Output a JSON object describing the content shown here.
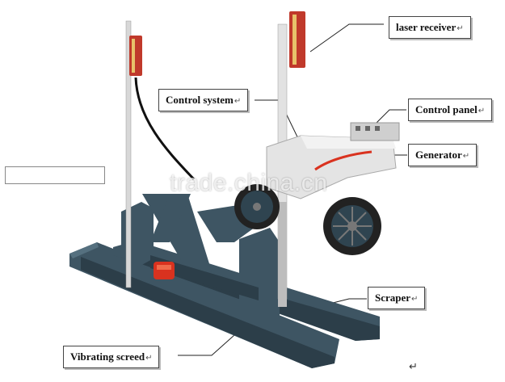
{
  "labels": {
    "laser_receiver": "laser receiver",
    "control_system": "Control system",
    "control_panel": "Control panel",
    "generator": "Generator",
    "scraper": "Scraper",
    "vibrating_screed": "Vibrating screed"
  },
  "return_glyph": "↵",
  "watermark": "trade.china.cn",
  "colors": {
    "frame": "#3e5563",
    "frame_dark": "#2c3e49",
    "housing": "#e4e4e4",
    "receiver": "#c0392b",
    "receiver_stripe": "#e8c26a",
    "motor": "#d9321f"
  }
}
